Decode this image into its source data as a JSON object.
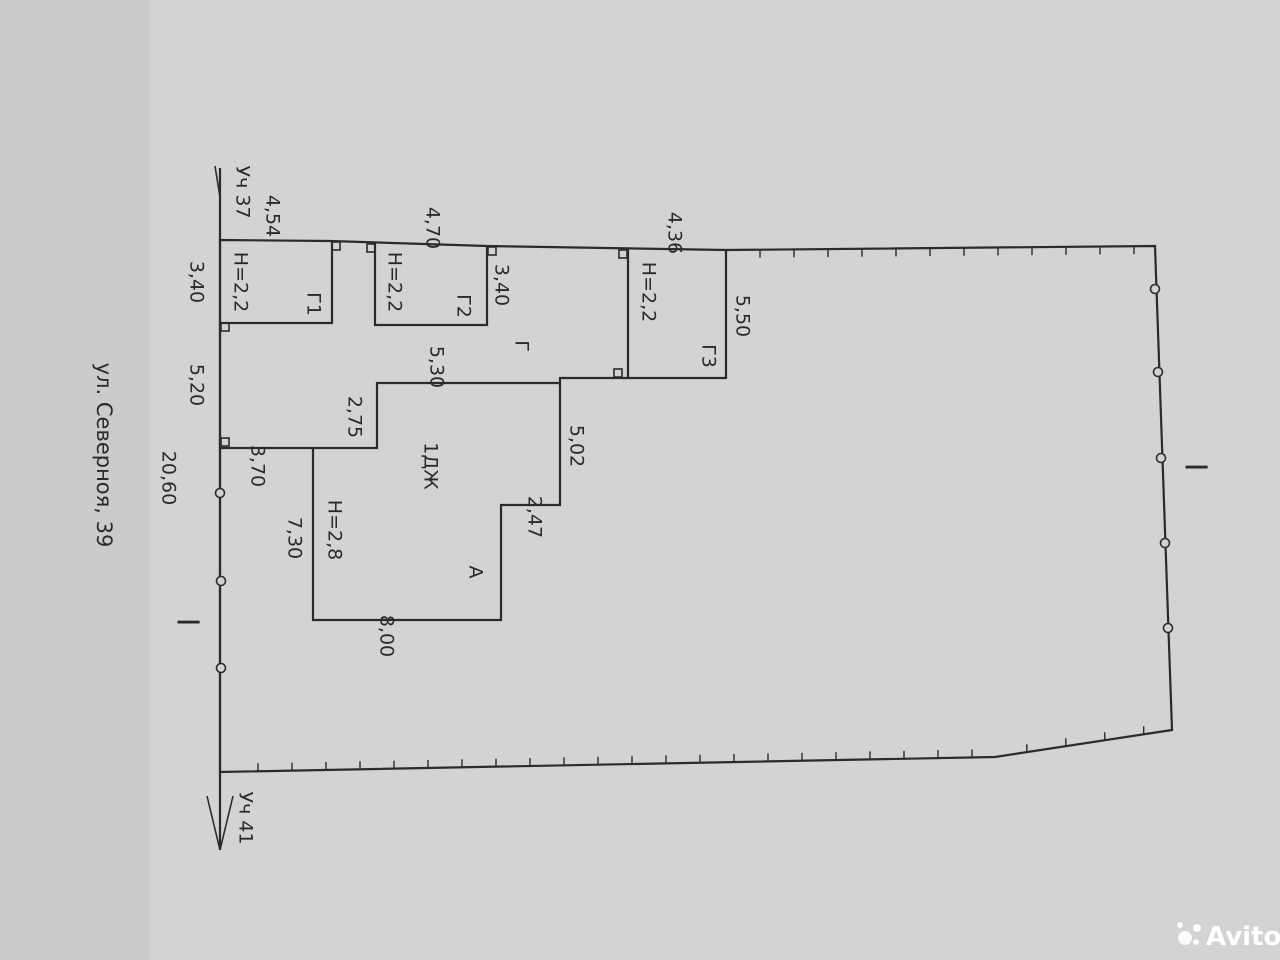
{
  "neighbors": {
    "top": "Уч 37",
    "bottom": "Уч 41"
  },
  "street": {
    "name": "ул. Северноя, 39",
    "frontage": "20,60"
  },
  "section_marks": {
    "left": "I",
    "right": "I"
  },
  "dimensions": {
    "top_g1": "4,54",
    "top_g2": "4,70",
    "top_g3": "4,36",
    "g1_depth": "3,40",
    "g2_depth": "3,40",
    "g3_depth": "5,50",
    "yard_left": "5,20",
    "yard_step": "5,30",
    "house_notch": "2,75",
    "house_right_upper": "5,02",
    "house_step": "2,47",
    "house_front": "3,70",
    "house_depth": "7,30",
    "house_back": "8,00"
  },
  "labels": {
    "g1_height": "H=2,2",
    "g1_name": "Г1",
    "g2_height": "H=2,2",
    "g2_name": "Г2",
    "g3_height": "H=2,2",
    "g3_name": "Г3",
    "yard_name": "Г",
    "house_code": "1ДЖ",
    "house_height": "H=2,8",
    "house_name": "А"
  },
  "watermark": {
    "text": "Avito"
  }
}
